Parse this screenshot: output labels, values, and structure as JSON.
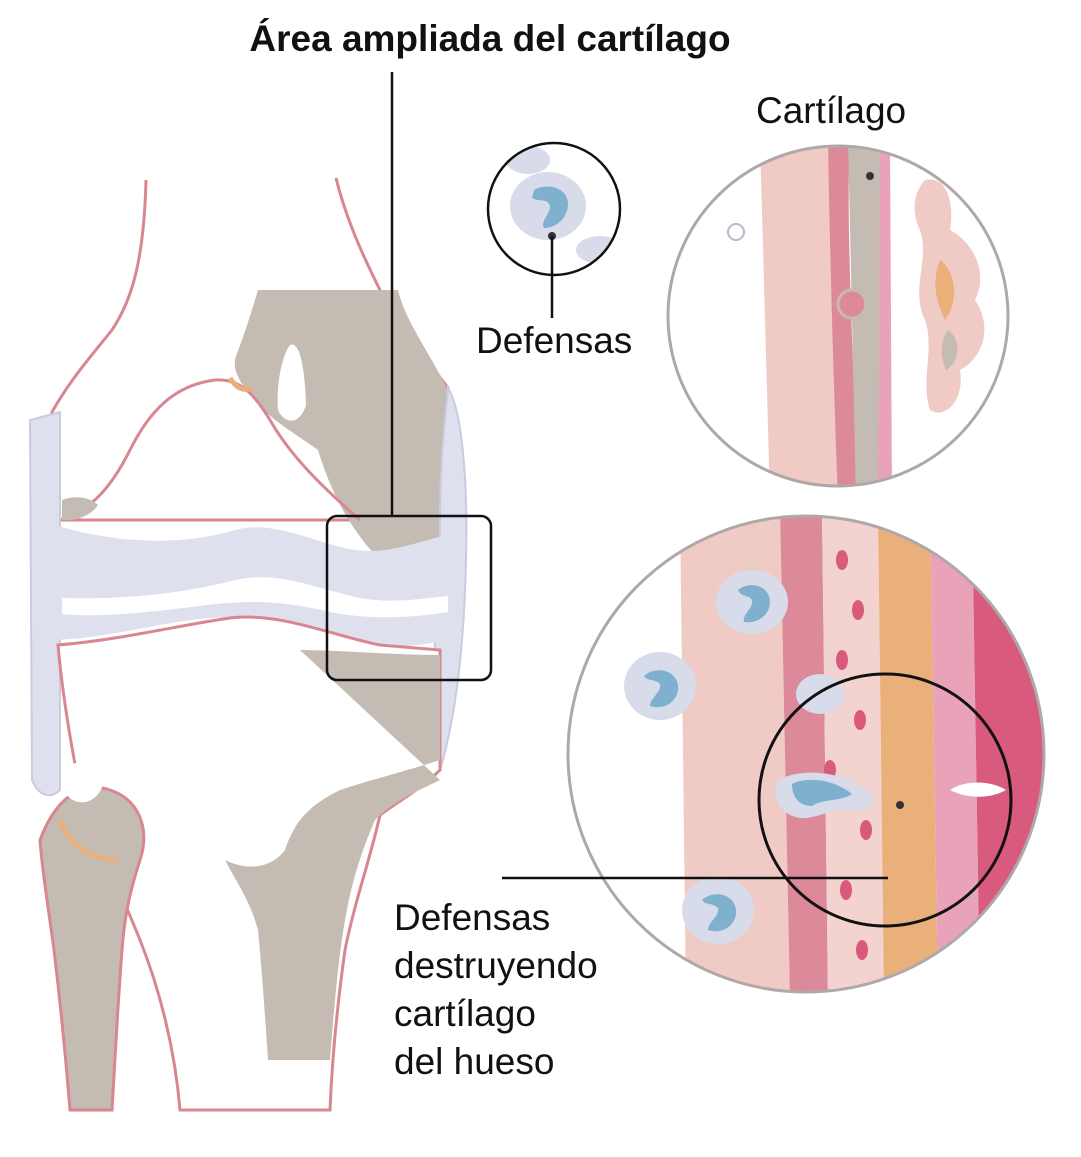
{
  "title": "Área ampliada del cartílago",
  "labels": {
    "cartilage": "Cartílago",
    "defenses": "Defensas",
    "defenses_destroying": [
      "Defensas",
      "destruyendo",
      "cartílago",
      "del hueso"
    ]
  },
  "colors": {
    "bone": "#c4bcb2",
    "cartilage": "#dfe0ee",
    "tissue_pink": "#f0cbc6",
    "tissue_rose": "#dc8a9a",
    "tissue_red": "#d85a7c",
    "outline": "#d88690",
    "defense_cell": "#7fb1cf",
    "defense_halo": "#d7dbea",
    "orange": "#e9b07a",
    "leader_line": "#111111"
  }
}
